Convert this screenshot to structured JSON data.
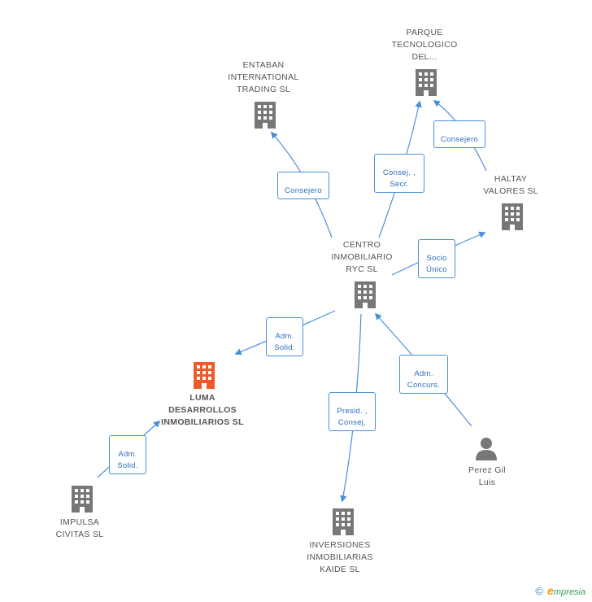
{
  "nodes": {
    "entaban": {
      "label": "ENTABAN\nINTERNATIONAL\nTRADING SL",
      "icon": "building-icon",
      "color": "#777777"
    },
    "parque": {
      "label": "PARQUE\nTECNOLOGICO\nDEL...",
      "icon": "building-icon",
      "color": "#777777"
    },
    "haltay": {
      "label": "HALTAY\nVALORES SL",
      "icon": "building-icon",
      "color": "#777777"
    },
    "centro": {
      "label": "CENTRO\nINMOBILIARIO\nRYC SL",
      "icon": "building-icon",
      "color": "#777777"
    },
    "luma": {
      "label": "LUMA\nDESARROLLOS\nINMOBILIARIOS SL",
      "icon": "building-icon",
      "color": "#f05a28"
    },
    "impulsa": {
      "label": "IMPULSA\nCIVITAS  SL",
      "icon": "building-icon",
      "color": "#777777"
    },
    "inversiones": {
      "label": "INVERSIONES\nINMOBILIARIAS\nKAIDE SL",
      "icon": "building-icon",
      "color": "#777777"
    },
    "perez": {
      "label": "Perez Gil\nLuis",
      "icon": "person-icon",
      "color": "#777777"
    }
  },
  "relations": {
    "consejero_entaban": "Consejero",
    "consej_secr": "Consej. ,\nSecr.",
    "consejero_parque": "Consejero",
    "socio_unico": "Socio\nÚnico",
    "adm_solid_luma": "Adm.\nSolid.",
    "adm_concurs": "Adm.\nConcurs.",
    "presid_consej": "Presid. ,\nConsej.",
    "adm_solid_impulsa": "Adm.\nSolid."
  },
  "colors": {
    "edge": "#4a90d9",
    "node": "#777777",
    "focus": "#f05a28"
  },
  "footer": {
    "copyright": "©",
    "brand_initial": "e",
    "brand_rest": "mpresia"
  }
}
